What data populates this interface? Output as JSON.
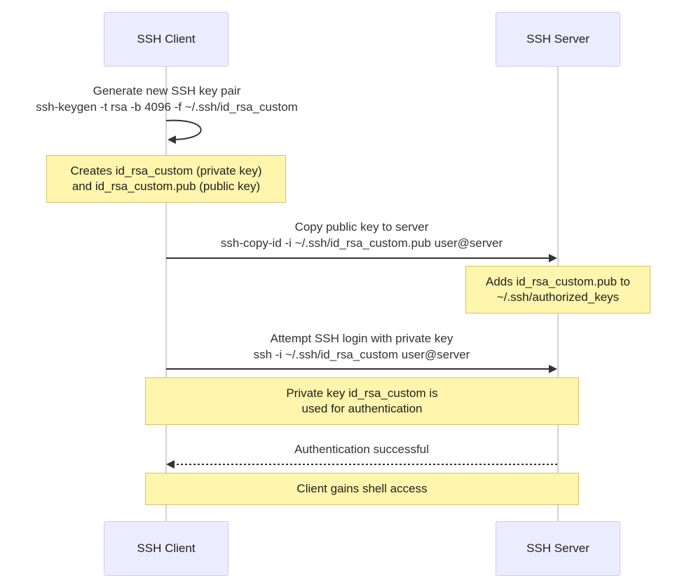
{
  "participants": {
    "client": "SSH Client",
    "server": "SSH Server"
  },
  "messages": {
    "keygen": {
      "line1": "Generate new SSH key pair",
      "line2": "ssh-keygen -t rsa -b 4096 -f ~/.ssh/id_rsa_custom"
    },
    "copy": {
      "line1": "Copy public key to server",
      "line2": "ssh-copy-id -i ~/.ssh/id_rsa_custom.pub user@server"
    },
    "login": {
      "line1": "Attempt SSH login with private key",
      "line2": "ssh -i ~/.ssh/id_rsa_custom user@server"
    },
    "auth": {
      "line1": "Authentication successful"
    }
  },
  "notes": {
    "keys_created": {
      "line1": "Creates id_rsa_custom (private key)",
      "line2": "and id_rsa_custom.pub (public key)"
    },
    "authorized": {
      "line1": "Adds id_rsa_custom.pub to",
      "line2": "~/.ssh/authorized_keys"
    },
    "private_used": {
      "line1": "Private key id_rsa_custom is",
      "line2": "used for authentication"
    },
    "shell": {
      "line1": "Client gains shell access"
    }
  },
  "colors": {
    "actor_fill": "#ececff",
    "actor_border": "#cfc9f0",
    "note_fill": "#fff5ad",
    "note_border": "#d4c466",
    "line": "#333333",
    "lifeline": "#d3d1dc"
  }
}
